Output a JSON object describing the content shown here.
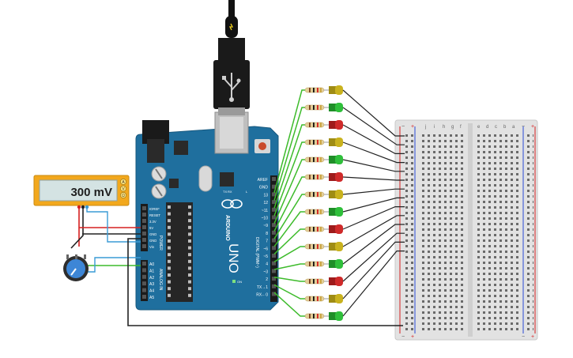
{
  "multimeter": {
    "reading": "300 mV",
    "modes": [
      "A",
      "V",
      "Ω"
    ]
  },
  "arduino": {
    "brand": "ARDUINO",
    "model": "UNO",
    "on_label": "ON",
    "tx_label": "TX",
    "rx_label": "RX",
    "l_label": "L",
    "power_header_label": "POWER",
    "analog_header_label": "ANALOG IN",
    "digital_header_label": "DIGITAL (PWM~)",
    "power_pins": [
      "IOREF",
      "RESET",
      "3.3V",
      "5V",
      "GND",
      "GND",
      "Vin"
    ],
    "analog_pins": [
      "A0",
      "A1",
      "A2",
      "A3",
      "A4",
      "A5"
    ],
    "digital_pins": [
      "AREF",
      "GND",
      "13",
      "12",
      "~11",
      "~10",
      "~9",
      "8",
      "7",
      "~6",
      "~5",
      "4",
      "~3",
      "2",
      "TX→1",
      "RX←0"
    ]
  },
  "breadboard": {
    "col_letters_left": [
      "a",
      "b",
      "c",
      "d",
      "e"
    ],
    "col_letters_right": [
      "f",
      "g",
      "h",
      "i",
      "j"
    ]
  },
  "colors": {
    "arduino_board": "#1f6f9e",
    "wire_green": "#3dbb2b",
    "wire_black": "#222222",
    "wire_red": "#d62020",
    "wire_blue": "#3a9bd6",
    "multimeter_body": "#f2a81d",
    "multimeter_screen": "#d4e3e3"
  },
  "leds": [
    "yellow",
    "green",
    "red",
    "yellow",
    "green",
    "red",
    "yellow",
    "green",
    "red",
    "yellow",
    "green",
    "red",
    "yellow",
    "green"
  ]
}
